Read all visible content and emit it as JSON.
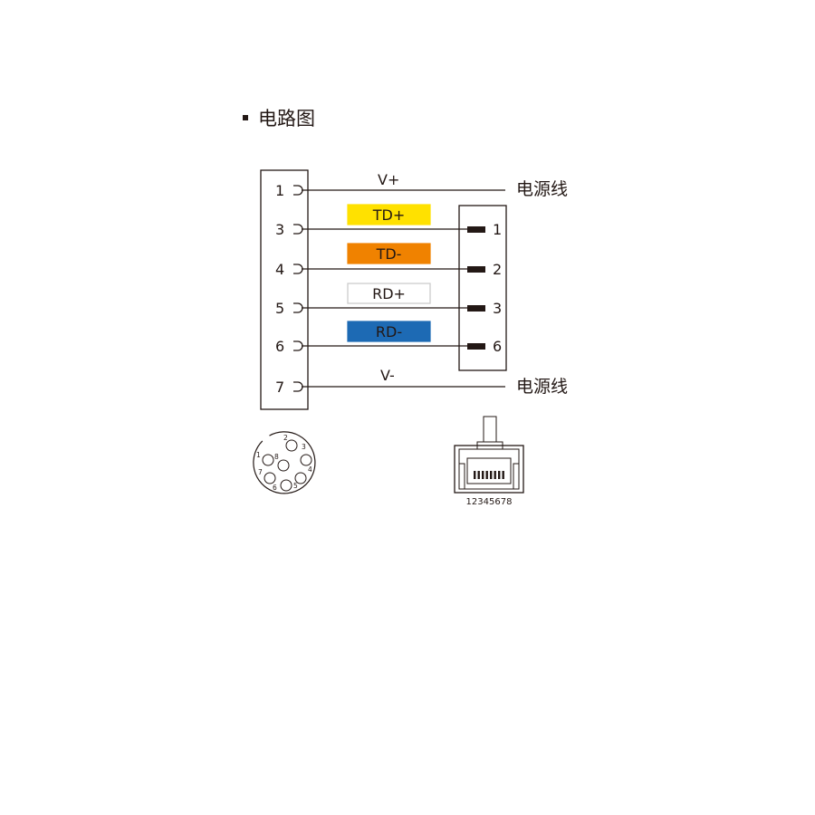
{
  "title": "电路图",
  "left_connector": {
    "pins": [
      "1",
      "3",
      "4",
      "5",
      "6",
      "7"
    ]
  },
  "right_connector": {
    "pins": [
      "1",
      "2",
      "3",
      "6"
    ]
  },
  "wires": {
    "top": {
      "label": "V+",
      "end_label": "电源线"
    },
    "bottom": {
      "label": "V-",
      "end_label": "电源线"
    }
  },
  "signals": [
    {
      "label": "TD+",
      "color": "#ffe100",
      "text_color": "#231815",
      "outline": "#ffe100"
    },
    {
      "label": "TD-",
      "color": "#f08200",
      "text_color": "#ffffff",
      "outline": "#f08200"
    },
    {
      "label": "RD+",
      "color": "#ffffff",
      "text_color": "#231815",
      "outline": "#c8c8c8"
    },
    {
      "label": "RD-",
      "color": "#1d6ab4",
      "text_color": "#ffffff",
      "outline": "#1d6ab4"
    }
  ],
  "m12_connector": {
    "pin_numbers": [
      "1",
      "2",
      "3",
      "4",
      "5",
      "6",
      "7",
      "8"
    ]
  },
  "rj45_connector": {
    "pin_label": "12345678"
  },
  "colors": {
    "line": "#231815",
    "background": "#ffffff"
  }
}
